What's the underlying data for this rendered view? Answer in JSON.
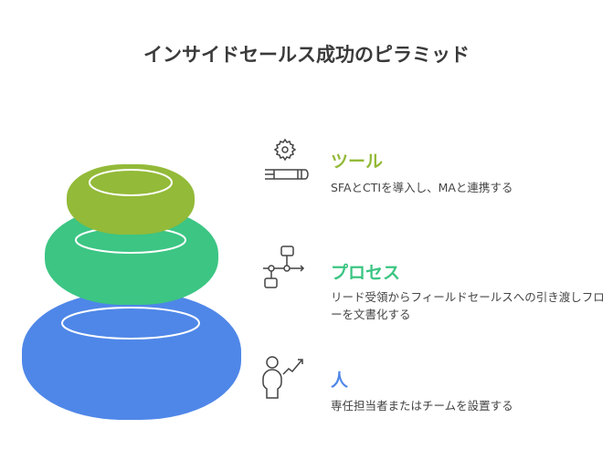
{
  "title": "インサイドセールス成功のピラミッド",
  "colors": {
    "tool": "#93ba38",
    "process": "#3cc583",
    "people": "#4f87e8"
  },
  "levels": [
    {
      "heading": "ツール",
      "description": "SFAとCTIを導入し、MAと連携する",
      "icon": "gear-pen-icon"
    },
    {
      "heading": "プロセス",
      "description": "リード受領からフィールドセールスへの引き渡しフローを文書化する",
      "icon": "flowchart-icon"
    },
    {
      "heading": "人",
      "description": "専任担当者またはチームを設置する",
      "icon": "person-growth-icon"
    }
  ]
}
